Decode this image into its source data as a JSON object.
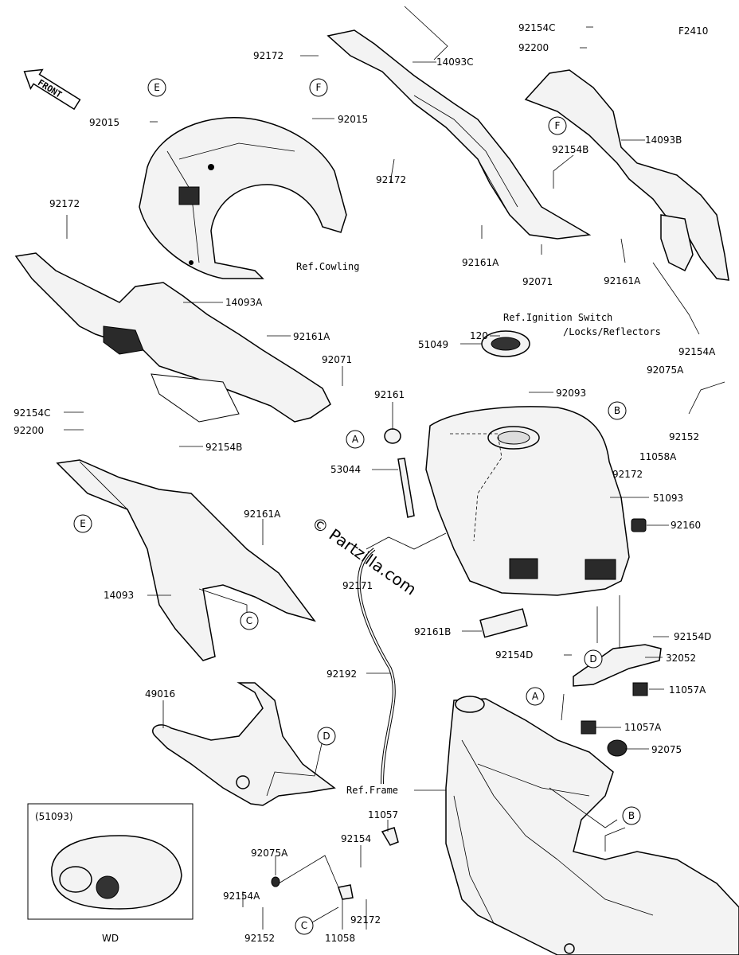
{
  "diagram_code": "F2410",
  "front_label": "FRONT",
  "watermark": "© Partzilla.com",
  "inset": {
    "label": "(51093)",
    "caption": "WD"
  },
  "refs": {
    "cowling": "Ref.Cowling",
    "ignition_1": "Ref.Ignition Switch",
    "ignition_2": "/Locks/Reflectors",
    "frame": "Ref.Frame"
  },
  "callouts": {
    "A": "A",
    "B": "B",
    "C": "C",
    "D": "D",
    "E": "E",
    "F": "F"
  },
  "parts": {
    "p92154C_top": "92154C",
    "p92200_top": "92200",
    "p92172_top": "92172",
    "p14093C": "14093C",
    "p14093B": "14093B",
    "p92015_left": "92015",
    "p92015_right": "92015",
    "p92154B_top": "92154B",
    "p92172_mid": "92172",
    "p92161A_top": "92161A",
    "p92071_top": "92071",
    "p92161A_right": "92161A",
    "p92172_left": "92172",
    "p14093A": "14093A",
    "p92161A_mid": "92161A",
    "p92071_mid": "92071",
    "p92154B_mid": "92154B",
    "p92154C_left": "92154C",
    "p92200_left": "92200",
    "p120": "120",
    "p51049": "51049",
    "p92093": "92093",
    "p92161": "92161",
    "p53044": "53044",
    "p92154A_right": "92154A",
    "p92075A_right": "92075A",
    "p92152_right": "92152",
    "p11058A": "11058A",
    "p92172_right": "92172",
    "p51093": "51093",
    "p92160": "92160",
    "p92161A_low": "92161A",
    "p14093": "14093",
    "p92171": "92171",
    "p92161B": "92161B",
    "p92154D_a": "92154D",
    "p92154D_b": "92154D",
    "p32052": "32052",
    "p92192": "92192",
    "p11057A_a": "11057A",
    "p11057A_b": "11057A",
    "p49016": "49016",
    "p92075": "92075",
    "p11057": "11057",
    "p92154": "92154",
    "p92075A_low": "92075A",
    "p92154A_low": "92154A",
    "p92172_low": "92172",
    "p92152_low": "92152",
    "p11058": "11058"
  }
}
